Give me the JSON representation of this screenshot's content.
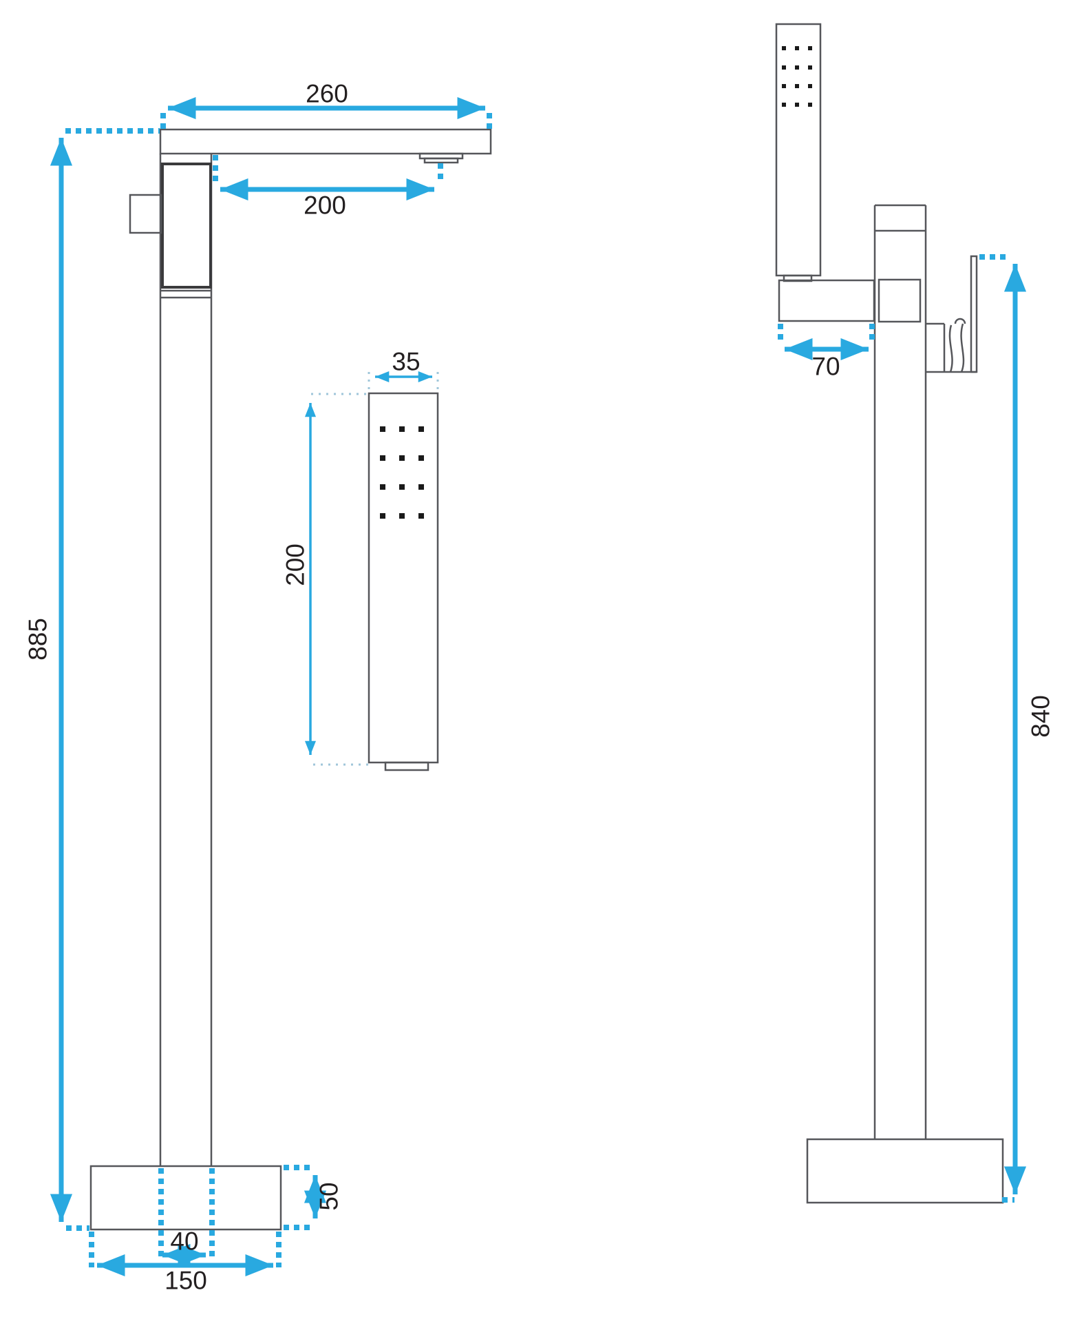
{
  "drawing": {
    "type": "technical-dimension-diagram",
    "subject": "freestanding-bathtub-faucet-with-hand-shower",
    "views": {
      "front_view": "front elevation with hand shower detail",
      "side_view": "side elevation"
    },
    "colors": {
      "dimension_blue": "#29a9e0",
      "outline_gray": "#55565a",
      "nozzle_black": "#1a1a1a",
      "guide_light_blue": "#9fc6da",
      "background": "#ffffff"
    }
  },
  "dimensions": {
    "spout_length": "260",
    "aerator_reach": "200",
    "total_height": "885",
    "handshower_width": "35",
    "handshower_length": "200",
    "base_thickness": "50",
    "riser_width": "40",
    "base_width": "150",
    "holder_depth": "70",
    "column_height": "840"
  }
}
